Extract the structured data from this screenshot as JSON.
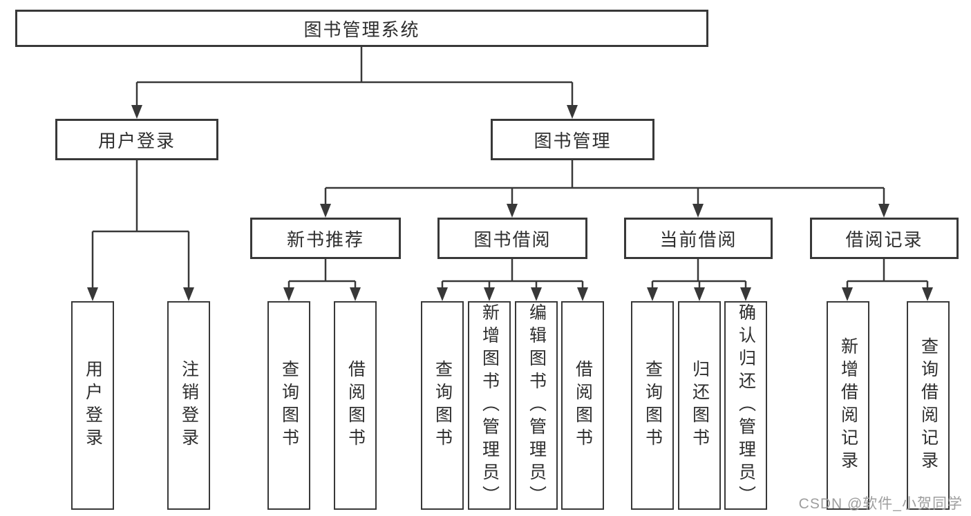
{
  "colors": {
    "line": "#383838",
    "box_border": "#383838",
    "box_background": "#ffffff",
    "text": "#2e2e2e",
    "watermark": "#9e9e9e"
  },
  "watermark": {
    "text": "CSDN @软件_小贺同学"
  },
  "tree": {
    "label": "图书管理系统",
    "children": [
      {
        "label": "用户登录",
        "children": [
          {
            "label": "用户登录"
          },
          {
            "label": "注销登录"
          }
        ]
      },
      {
        "label": "图书管理",
        "children": [
          {
            "label": "新书推荐",
            "children": [
              {
                "label": "查询图书"
              },
              {
                "label": "借阅图书"
              }
            ]
          },
          {
            "label": "图书借阅",
            "children": [
              {
                "label": "查询图书"
              },
              {
                "label": "新增图书（管理员）"
              },
              {
                "label": "编辑图书（管理员）"
              },
              {
                "label": "借阅图书"
              }
            ]
          },
          {
            "label": "当前借阅",
            "children": [
              {
                "label": "查询图书"
              },
              {
                "label": "归还图书"
              },
              {
                "label": "确认归还（管理员）"
              }
            ]
          },
          {
            "label": "借阅记录",
            "children": [
              {
                "label": "新增借阅记录"
              },
              {
                "label": "查询借阅记录"
              }
            ]
          }
        ]
      }
    ]
  }
}
